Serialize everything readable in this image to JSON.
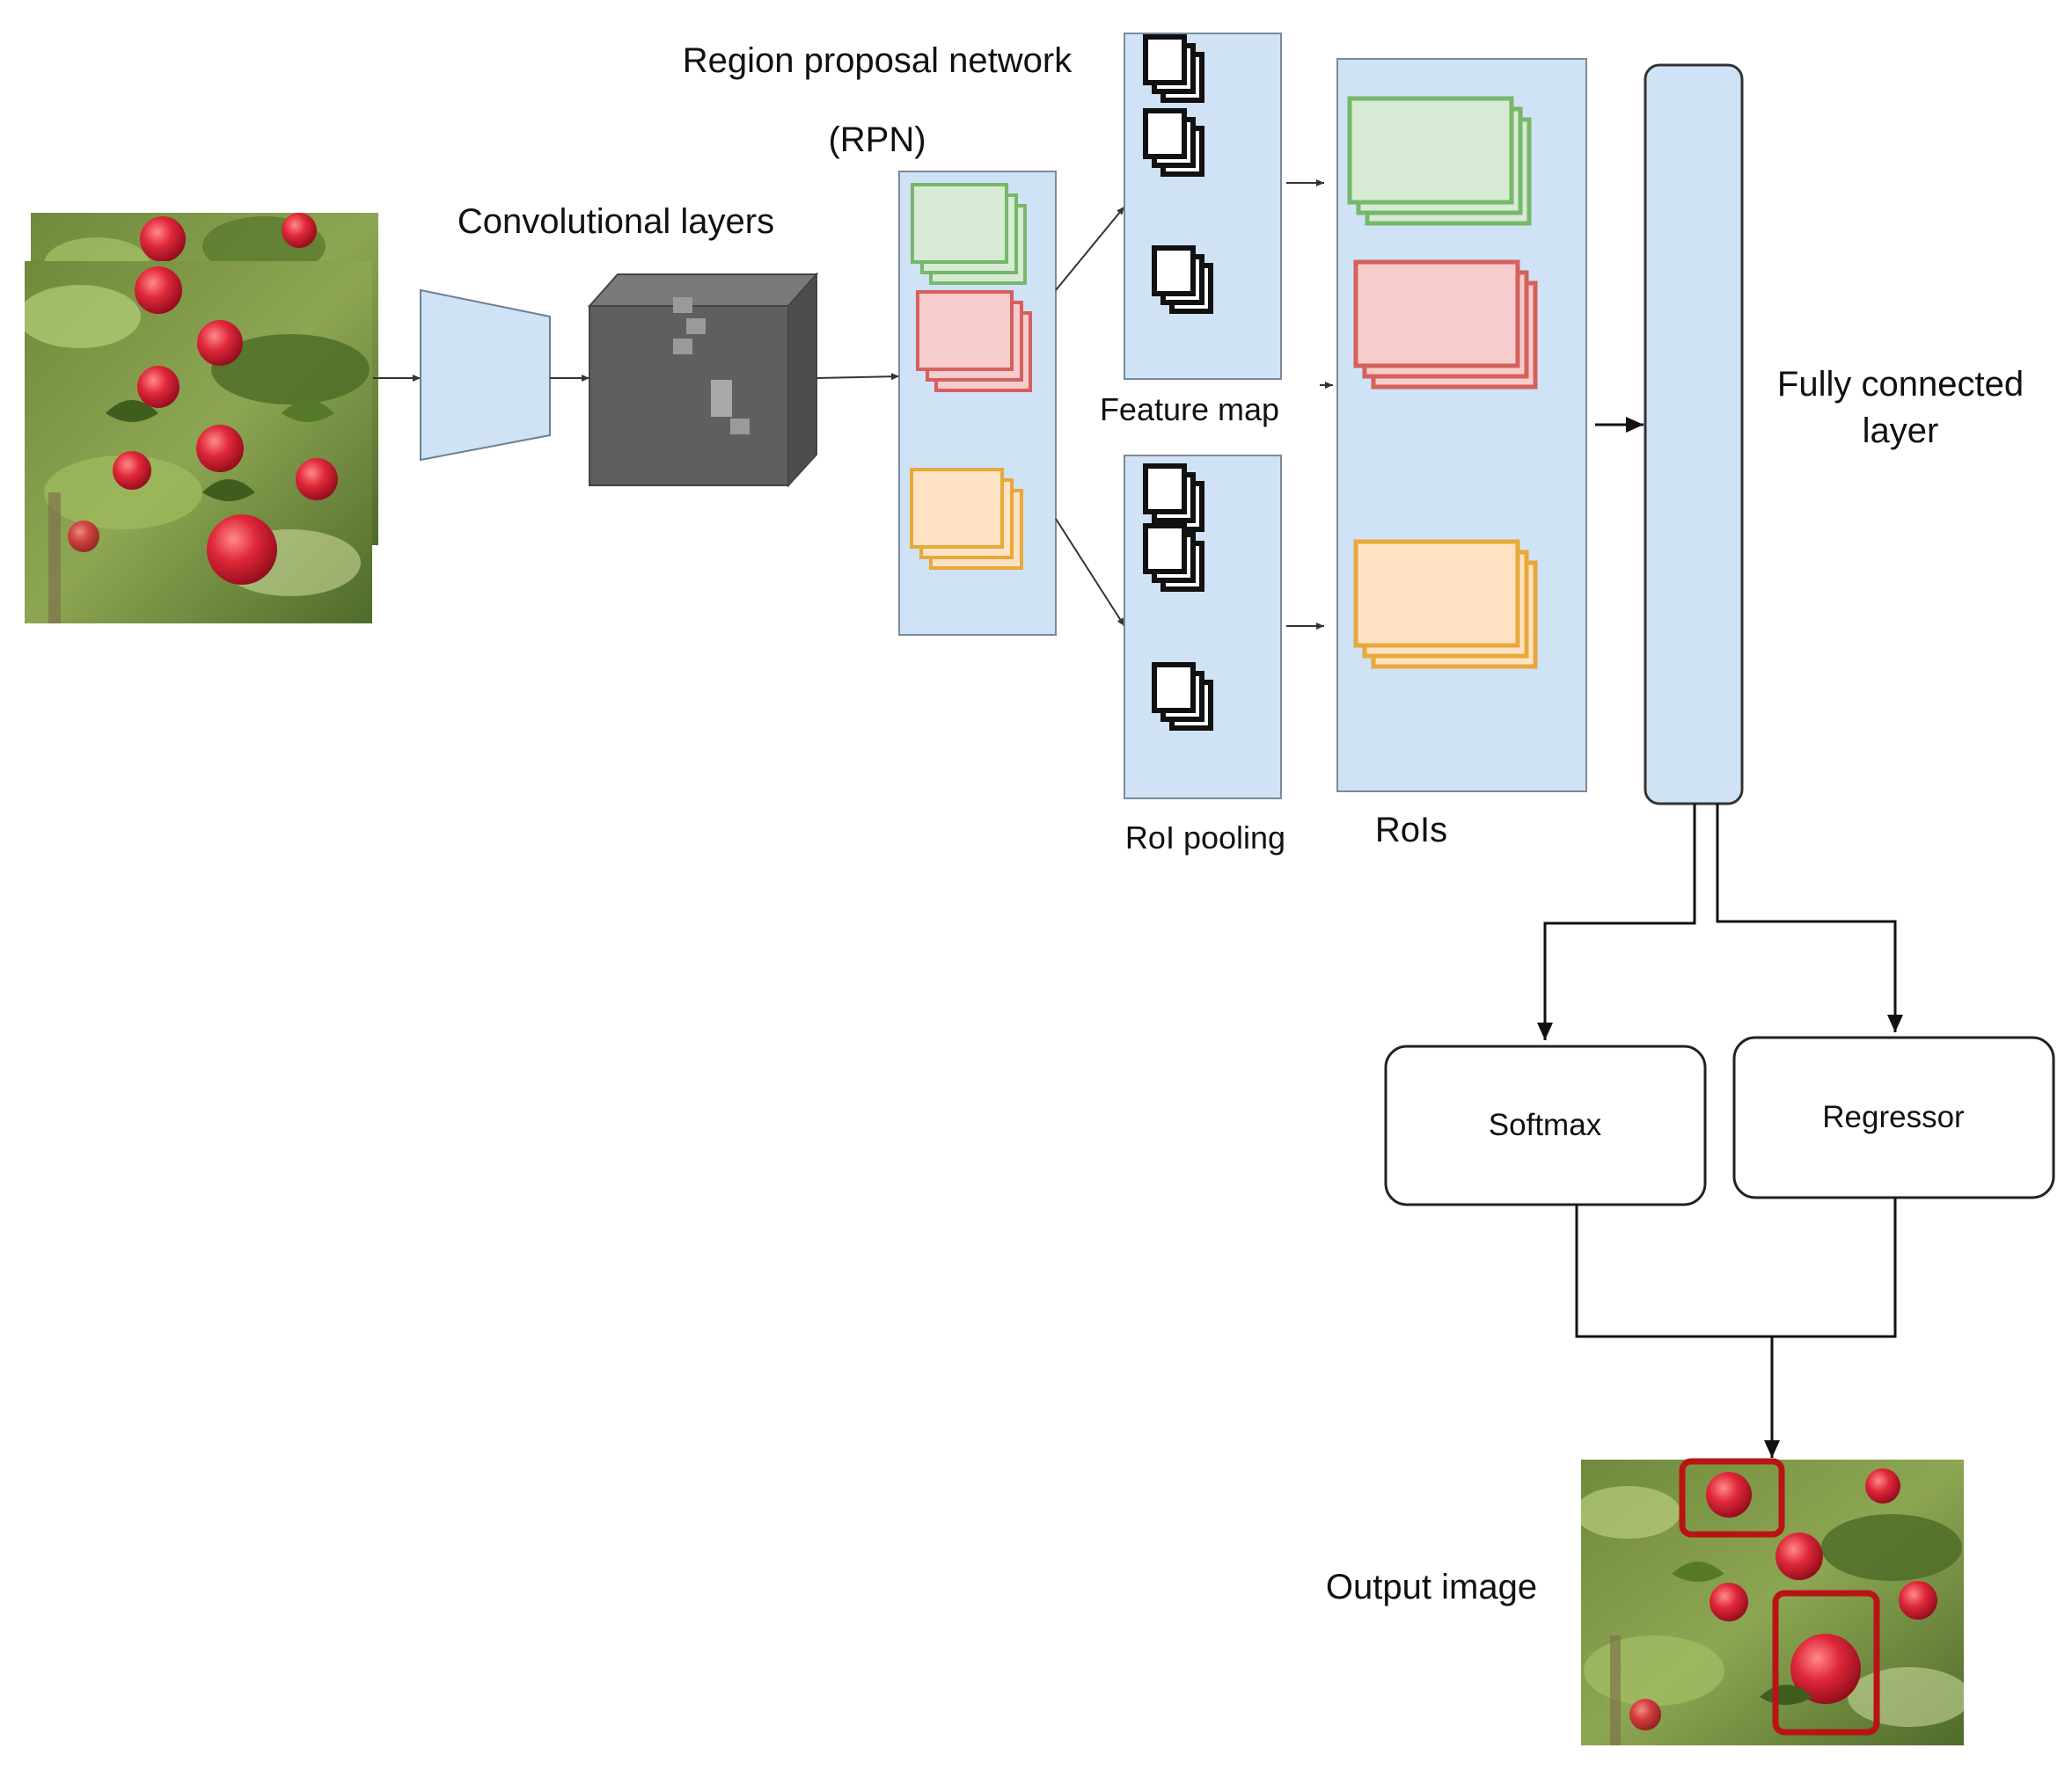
{
  "labels": {
    "region_proposal_network": "Region proposal network",
    "rpn": "(RPN)",
    "convolutional_layers": "Convolutional layers",
    "feature_map": "Feature map",
    "roi_pooling": "RoI pooling",
    "rois": "RoIs",
    "fully_connected_line1": "Fully connected",
    "fully_connected_line2": "layer",
    "output_image": "Output image"
  },
  "boxes": {
    "softmax": "Softmax",
    "regressor": "Regressor"
  },
  "colors": {
    "panel_fill": "#cfe2f6",
    "panel_stroke": "#7c8a99",
    "green_fill": "#d6ead4",
    "green_stroke": "#76b86a",
    "red_fill": "#f6cccc",
    "red_stroke": "#d5605e",
    "orange_fill": "#fde3c4",
    "orange_stroke": "#e9a83a",
    "detection_box": "#b81414",
    "conv_block": "#5f5f5f"
  },
  "icons": {
    "input_image": "apple-orchard-photo",
    "output_image": "apple-orchard-photo-with-detections",
    "encoder": "trapezoid-encoder-icon",
    "conv_block": "3d-feature-block-icon"
  }
}
